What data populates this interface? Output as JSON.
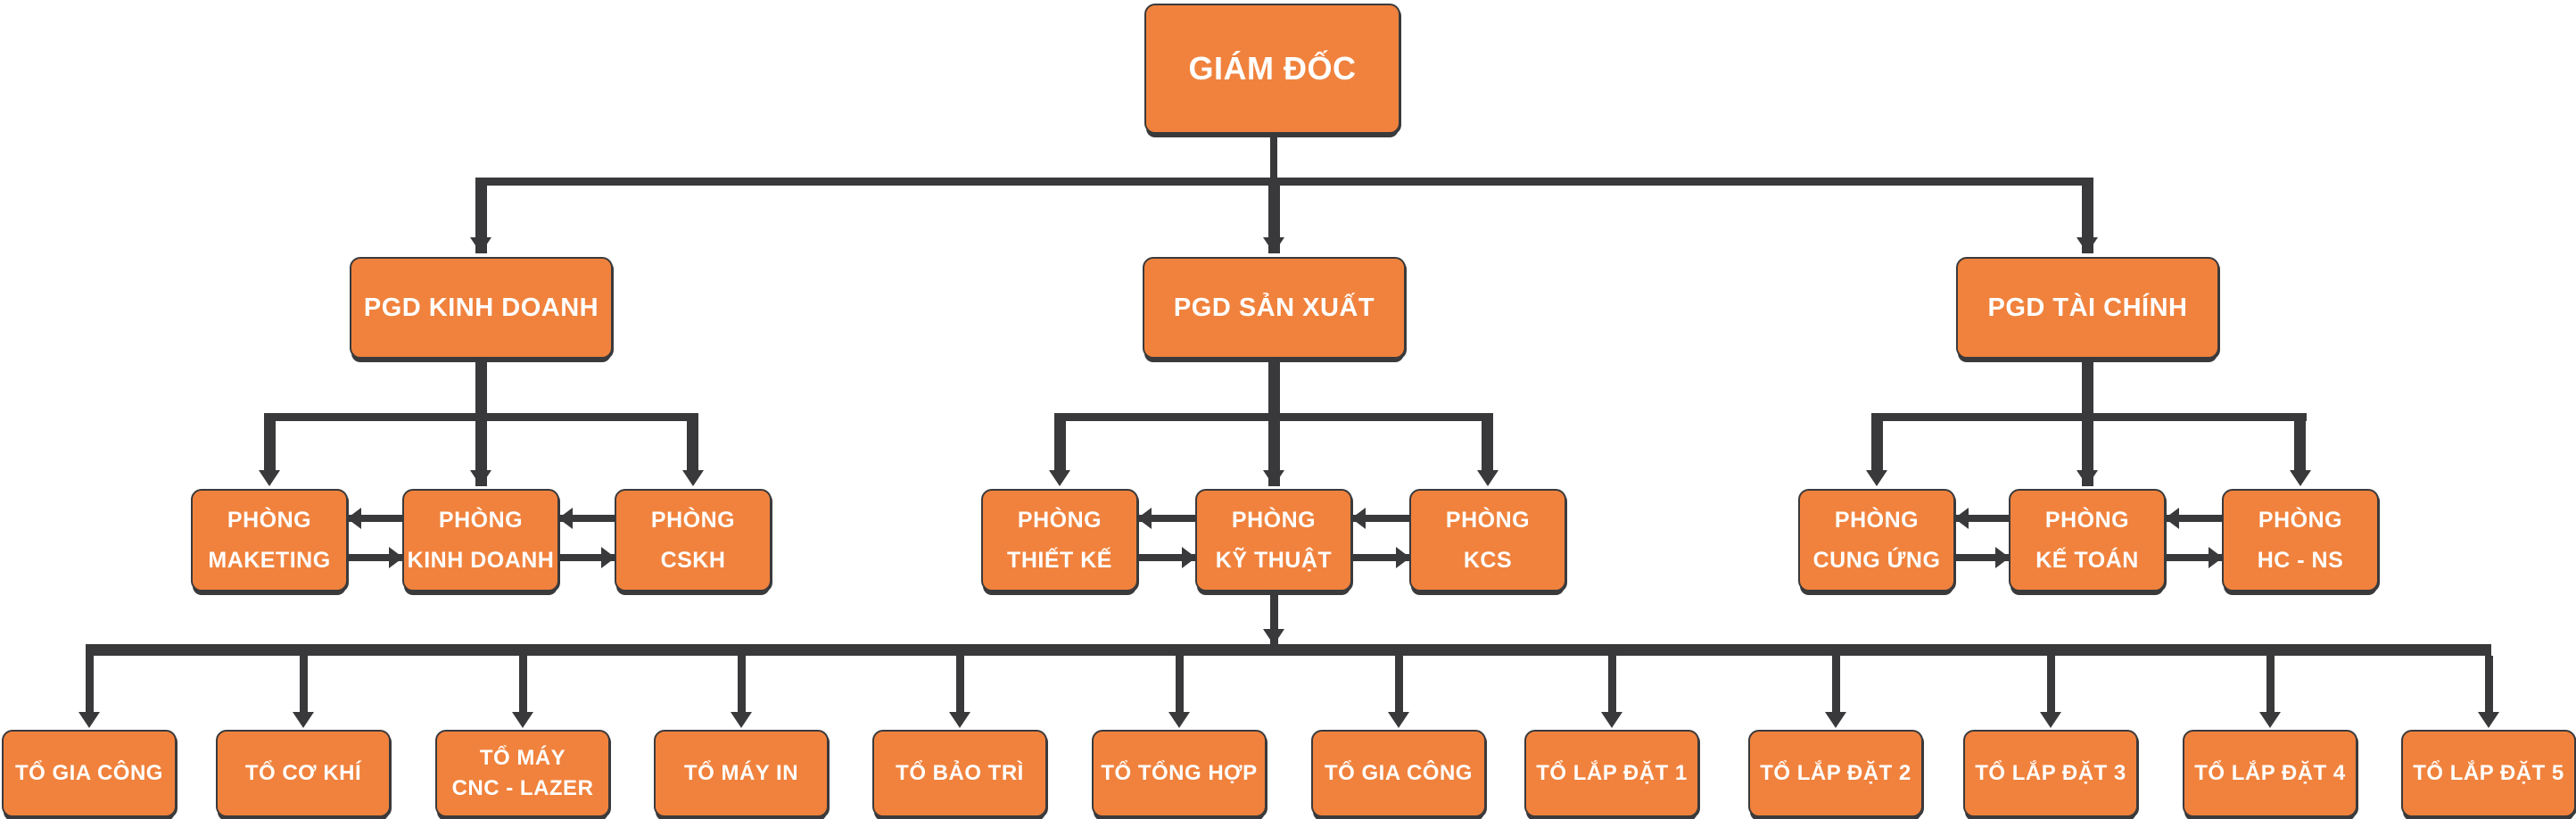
{
  "colors": {
    "box_fill": "#F0823D",
    "box_border": "#3A3A3C",
    "line": "#39393B",
    "text": "#FFFFFF",
    "background": "#FFFFFF"
  },
  "org": {
    "root": {
      "label": "GIÁM ĐỐC"
    },
    "level2": [
      {
        "label": "PGD KINH DOANH"
      },
      {
        "label": "PGD SẢN XUẤT"
      },
      {
        "label": "PGD TÀI CHÍNH"
      }
    ],
    "level3": [
      {
        "line1": "PHÒNG",
        "line2": "MAKETING"
      },
      {
        "line1": "PHÒNG",
        "line2": "KINH DOANH"
      },
      {
        "line1": "PHÒNG",
        "line2": "CSKH"
      },
      {
        "line1": "PHÒNG",
        "line2": "THIẾT KẾ"
      },
      {
        "line1": "PHÒNG",
        "line2": "KỸ THUẬT"
      },
      {
        "line1": "PHÒNG",
        "line2": "KCS"
      },
      {
        "line1": "PHÒNG",
        "line2": "CUNG ỨNG"
      },
      {
        "line1": "PHÒNG",
        "line2": "KẾ TOÁN"
      },
      {
        "line1": "PHÒNG",
        "line2": "HC - NS"
      }
    ],
    "level4": [
      {
        "line1": "TỔ GIA CÔNG",
        "line2": ""
      },
      {
        "line1": "TỔ CƠ KHÍ",
        "line2": ""
      },
      {
        "line1": "TỔ MÁY",
        "line2": "CNC - LAZER"
      },
      {
        "line1": "TỔ MÁY IN",
        "line2": ""
      },
      {
        "line1": "TỔ BẢO TRÌ",
        "line2": ""
      },
      {
        "line1": "TỔ TỔNG HỢP",
        "line2": ""
      },
      {
        "line1": "TỔ GIA CÔNG",
        "line2": ""
      },
      {
        "line1": "TỔ LẮP ĐẶT 1",
        "line2": ""
      },
      {
        "line1": "TỔ LẮP ĐẶT 2",
        "line2": ""
      },
      {
        "line1": "TỔ LẮP ĐẶT 3",
        "line2": ""
      },
      {
        "line1": "TỔ LẮP ĐẶT 4",
        "line2": ""
      },
      {
        "line1": "TỔ LẮP ĐẶT 5",
        "line2": ""
      }
    ]
  }
}
